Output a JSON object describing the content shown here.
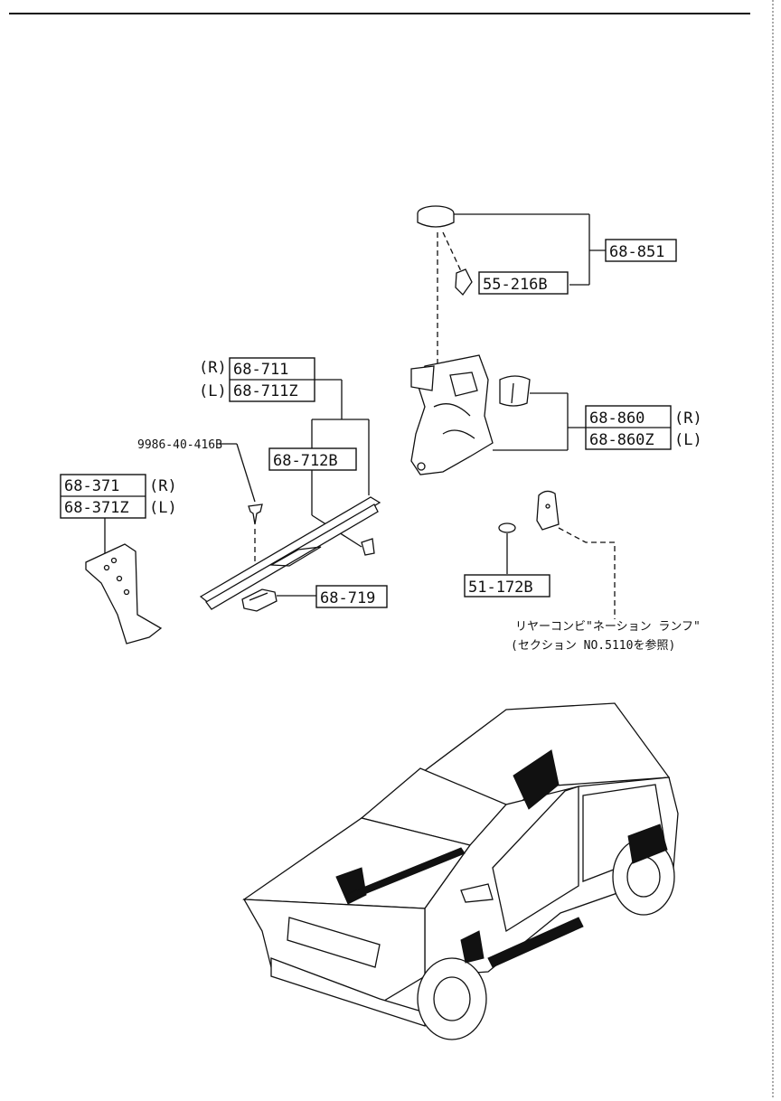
{
  "callouts": {
    "p68_851": "68-851",
    "p55_216B": "55-216B",
    "p68_711": "68-711",
    "p68_711Z": "68-711Z",
    "p68_712B": "68-712B",
    "screw": "9986-40-416B",
    "p68_371": "68-371",
    "p68_371Z": "68-371Z",
    "p68_860": "68-860",
    "p68_860Z": "68-860Z",
    "p51_172B": "51-172B",
    "p68_719": "68-719"
  },
  "side_tags": {
    "R": "(R)",
    "L": "(L)"
  },
  "reference_note": {
    "line1": "リヤーコンビ\"ネーション ランフ\"",
    "line2": "(セクション NO.5110を参照)"
  }
}
